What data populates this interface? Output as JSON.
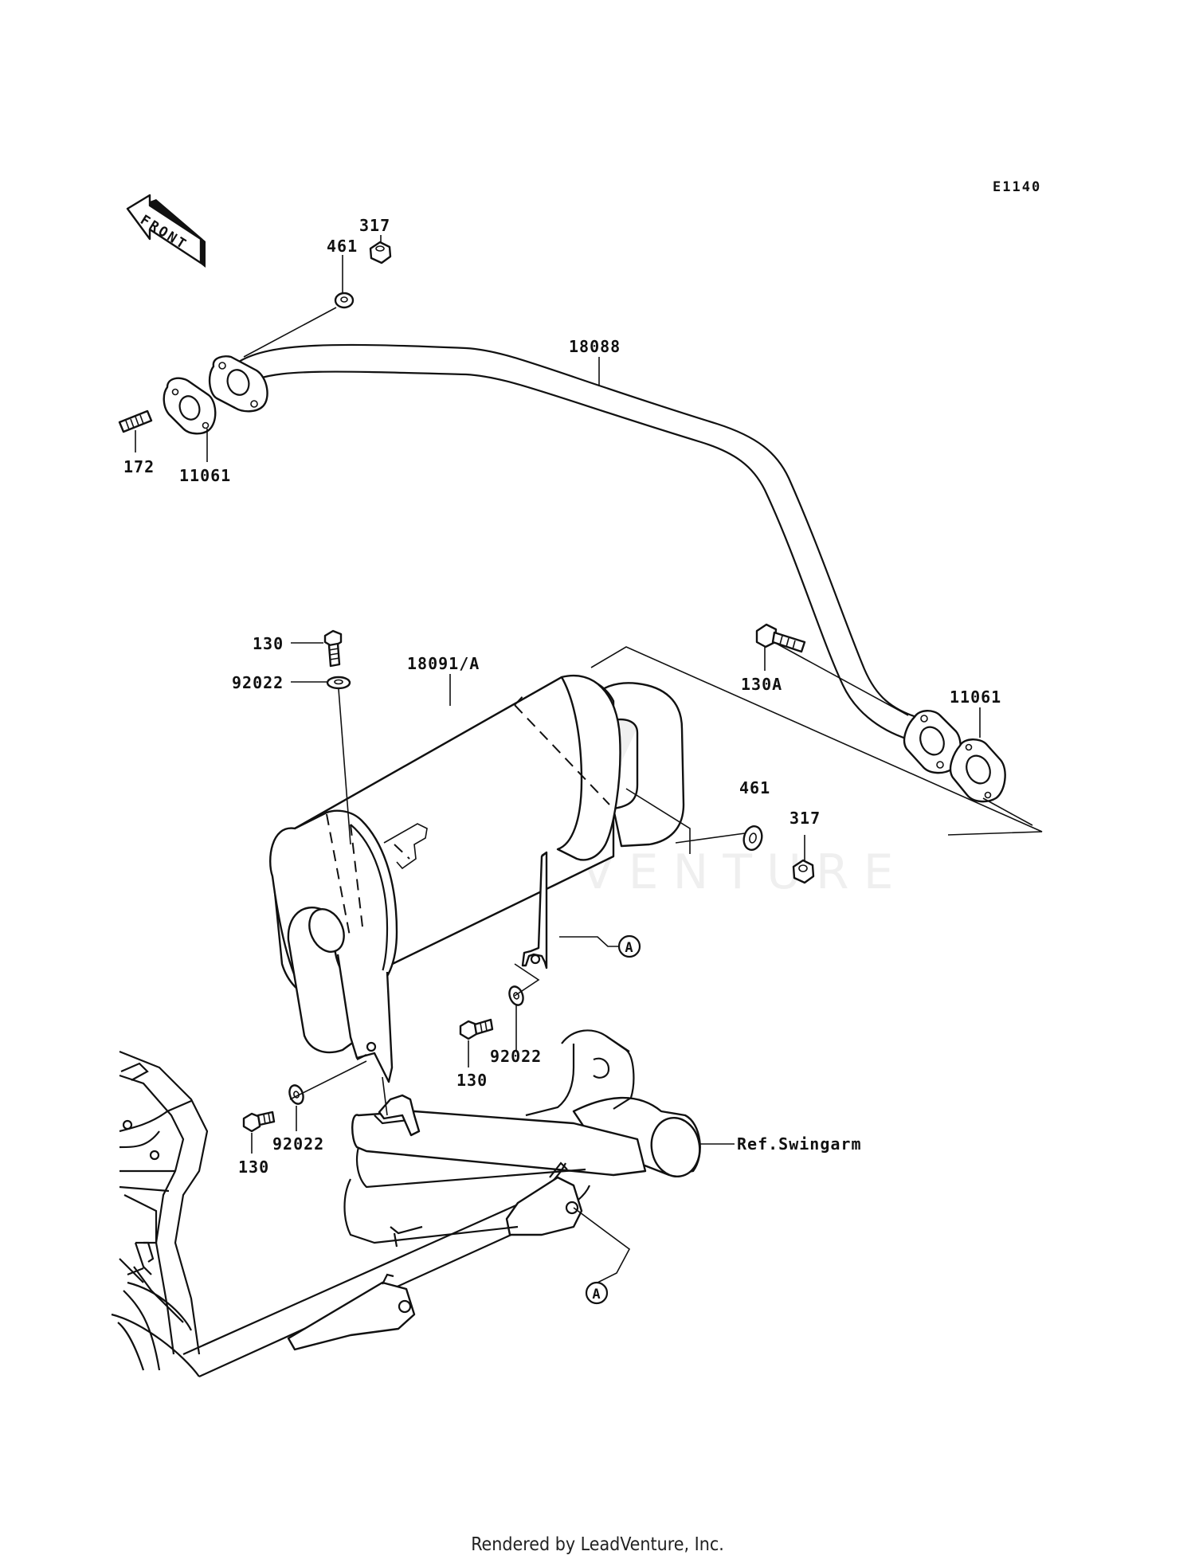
{
  "diagram": {
    "code": "E1140",
    "front_label": "FRONT",
    "watermark": "LEADVENTURE",
    "footer": "Rendered by LeadVenture, Inc.",
    "reference_mark": "A",
    "swingarm_ref": "Ref.Swingarm",
    "callouts": {
      "nut_top": "317",
      "washer_top": "461",
      "exhaust_pipe": "18088",
      "stud": "172",
      "gasket_front": "11061",
      "bolt_muffler_top": "130",
      "washer_muffler_top": "92022",
      "muffler": "18091/A",
      "bolt_130a": "130A",
      "gasket_rear": "11061",
      "washer_mid": "461",
      "nut_mid": "317",
      "bolt_lower_mid": "130",
      "washer_lower_mid": "92022",
      "washer_lower_left": "92022",
      "bolt_lower_left": "130"
    }
  }
}
